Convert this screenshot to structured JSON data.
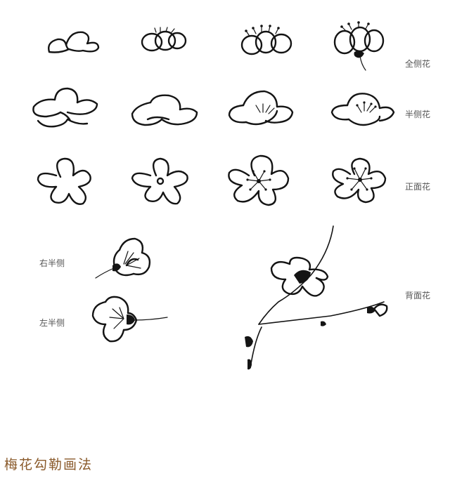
{
  "labels": {
    "full_side": "全侧花",
    "half_side": "半侧花",
    "front": "正面花",
    "right_half": "右半侧",
    "left_half": "左半侧",
    "back": "背面花"
  },
  "title": "梅花勾勒画法",
  "colors": {
    "ink": "#141414",
    "label": "#555555",
    "title": "#8a5a2b",
    "background": "#ffffff"
  }
}
